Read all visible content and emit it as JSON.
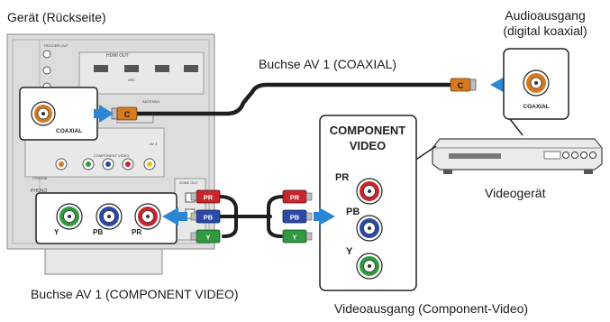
{
  "labels": {
    "device_rear": "Gerät (Rückseite)",
    "audio_out_line1": "Audioausgang",
    "audio_out_line2": "(digital koaxial)",
    "jack_av1_coaxial": "Buchse AV 1 (COAXIAL)",
    "video_device": "Videogerät",
    "jack_av1_component": "Buchse AV 1 (COMPONENT VIDEO)",
    "video_out_component": "Videoausgang (Component-Video)"
  },
  "receiver": {
    "coaxial_callout_label": "COAXIAL",
    "component_callout": [
      "Y",
      "PB",
      "PR"
    ],
    "panel_texts": [
      "TRIGGER OUT",
      "HDMI OUT",
      "ARC",
      "ANTENNA",
      "COMPONENT VIDEO",
      "AV 3",
      "PHONO",
      "ZONE OUT",
      "COAXIAL"
    ]
  },
  "source": {
    "coaxial_label": "COAXIAL",
    "component_title_line1": "COMPONENT",
    "component_title_line2": "VIDEO",
    "jacks": [
      "PR",
      "PB",
      "Y"
    ]
  },
  "plugs": {
    "coaxial": "C",
    "component": [
      "PR",
      "PB",
      "Y"
    ]
  },
  "colors": {
    "coax_orange": "#d77a1f",
    "pr_red": "#c8262c",
    "pb_blue": "#2b4aa8",
    "y_green": "#2f9a3f",
    "arrow_blue": "#2a86d4",
    "panel_gray": "#dcdcdc"
  }
}
